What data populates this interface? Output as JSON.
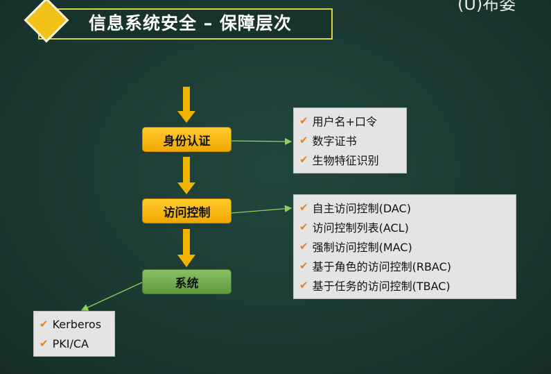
{
  "title": "信息系统安全 – 保障层次",
  "corner_text": "(U)布姿",
  "nodes": {
    "identity": "身份认证",
    "access": "访问控制",
    "system": "系统"
  },
  "identity_methods": [
    "用户名+口令",
    "数字证书",
    "生物特征识别"
  ],
  "access_models": [
    "自主访问控制(DAC)",
    "访问控制列表(ACL)",
    "强制访问控制(MAC)",
    "基于角色的访问控制(RBAC)",
    "基于任务的访问控制(TBAC)"
  ],
  "system_tools": [
    "Kerberos",
    "PKI/CA"
  ],
  "colors": {
    "flow_node": "#f5b800",
    "system_node": "#6fab4b",
    "arrow": "#f0b400",
    "check": "#e4831b",
    "title_border": "#d9d24a"
  },
  "icons": {
    "bullet": "check-icon",
    "badge": "diamond-icon"
  }
}
